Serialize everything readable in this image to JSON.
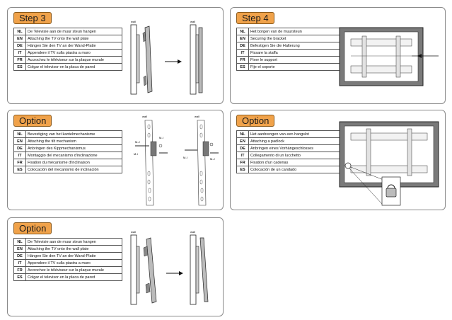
{
  "panels": [
    {
      "badge": "Step 3",
      "rows": [
        {
          "code": "NL",
          "text": "De Televisie aan de muur steun hangen"
        },
        {
          "code": "EN",
          "text": "Attaching the TV onto the wall plate"
        },
        {
          "code": "DE",
          "text": "Hängen Sie den TV an der Wand-Platte"
        },
        {
          "code": "IT",
          "text": "Appendere il TV sulla piastra a muro"
        },
        {
          "code": "FR",
          "text": "Accrochez le téléviseur sur la plaque murale"
        },
        {
          "code": "ES",
          "text": "Colgar el televisor en la placa de pared"
        }
      ],
      "figure": {
        "wall_label": "wall"
      }
    },
    {
      "badge": "Step 4",
      "rows": [
        {
          "code": "NL",
          "text": "Het borgen van de muursteun"
        },
        {
          "code": "EN",
          "text": "Securing the bracket"
        },
        {
          "code": "DE",
          "text": "Befestigen Sie die Halterung"
        },
        {
          "code": "IT",
          "text": "Fissare la staffa"
        },
        {
          "code": "FR",
          "text": "Fixer le support"
        },
        {
          "code": "ES",
          "text": "Fije el soporte"
        }
      ]
    },
    {
      "badge": "Option",
      "rows": [
        {
          "code": "NL",
          "text": "Bevestiging van het kantelmechanisme"
        },
        {
          "code": "EN",
          "text": "Attaching the tilt mechanism"
        },
        {
          "code": "DE",
          "text": "Anbringen des Kippmechanismus"
        },
        {
          "code": "IT",
          "text": "Montaggio del mecanismo d'inclinazione"
        },
        {
          "code": "FR",
          "text": "Fixation du mécanisme d'inclinaison"
        },
        {
          "code": "ES",
          "text": "Colocación del mecanismo de inclinación"
        }
      ],
      "figure": {
        "wall_label": "wall",
        "part_labels": [
          "M-I",
          "M-J",
          "M-I",
          "M-I",
          "M-J"
        ]
      }
    },
    {
      "badge": "Option",
      "rows": [
        {
          "code": "NL",
          "text": "Het aanbrengen van een hangslot"
        },
        {
          "code": "EN",
          "text": "Attaching a padlock"
        },
        {
          "code": "DE",
          "text": "Anbringen eines Vorhängeschlosses"
        },
        {
          "code": "IT",
          "text": "Collegamento di un lucchetto"
        },
        {
          "code": "FR",
          "text": "Fixation d'un cadenas"
        },
        {
          "code": "ES",
          "text": "Colocación de un candado"
        }
      ]
    },
    {
      "badge": "Option",
      "rows": [
        {
          "code": "NL",
          "text": "De Televisie aan de muur steun hangen"
        },
        {
          "code": "EN",
          "text": "Attaching the TV onto the wall plate"
        },
        {
          "code": "DE",
          "text": "Hängen Sie den TV an der Wand-Platte"
        },
        {
          "code": "IT",
          "text": "Appendere il TV sulla piastra a muro"
        },
        {
          "code": "FR",
          "text": "Accrochez le téléviseur sur la plaque murale"
        },
        {
          "code": "ES",
          "text": "Colgar el televisor en la placa de pared"
        }
      ],
      "figure": {
        "wall_label": "wall"
      }
    }
  ]
}
